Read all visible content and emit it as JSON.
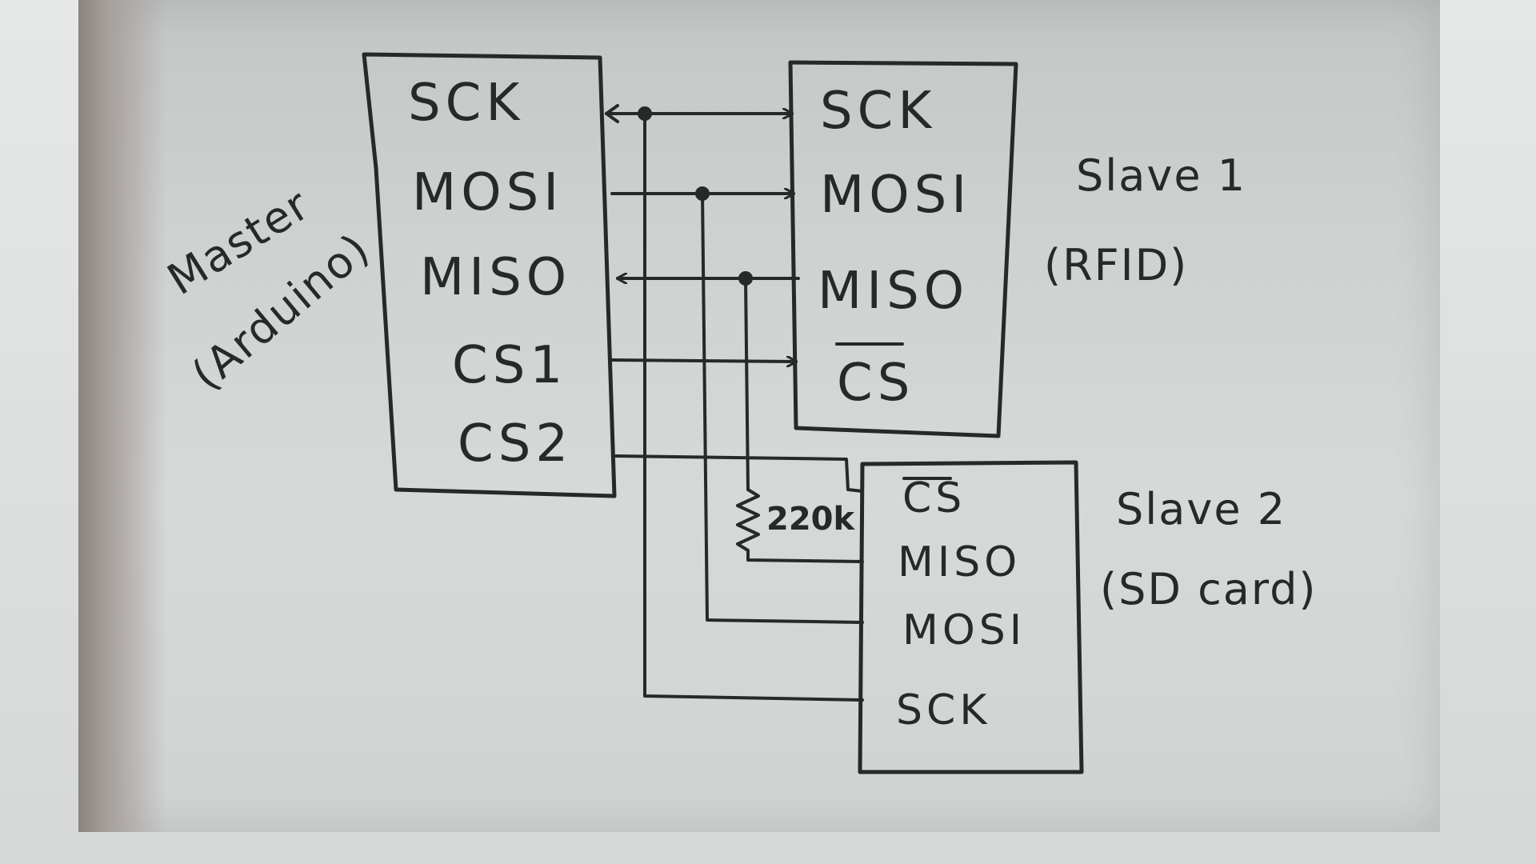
{
  "master": {
    "label": "Master",
    "sublabel": "(Arduino)",
    "pins": [
      "SCK",
      "MOSI",
      "MISO",
      "CS1",
      "CS2"
    ]
  },
  "slave1": {
    "label": "Slave 1",
    "sublabel": "(RFID)",
    "pins": [
      "SCK",
      "MOSI",
      "MISO",
      "CS"
    ]
  },
  "slave2": {
    "label": "Slave 2",
    "sublabel": "(SD card)",
    "pins": [
      "CS",
      "MISO",
      "MOSI",
      "SCK"
    ]
  },
  "resistor": {
    "label": "220k"
  }
}
